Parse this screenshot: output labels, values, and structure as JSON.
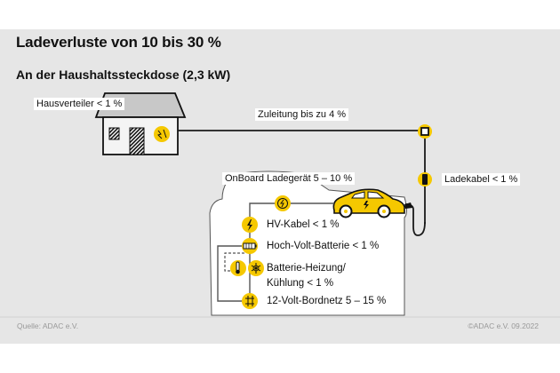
{
  "title": "Ladeverluste von 10 bis 30 %",
  "subtitle": "An der Haushaltssteckdose (2,3 kW)",
  "labels": {
    "hausverteiler": "Hausverteiler < 1 %",
    "zuleitung": "Zuleitung bis zu 4 %",
    "ladekabel": "Ladekabel < 1 %",
    "onboard": "OnBoard Ladegerät 5 – 10 %"
  },
  "car_items": [
    {
      "icon": "lightning-icon",
      "label": "HV-Kabel < 1 %"
    },
    {
      "icon": "battery-icon",
      "label": "Hoch-Volt-Batterie < 1 %"
    },
    {
      "icon": "thermometer-snowflake-icon",
      "label": "Batterie-Heizung/",
      "label2": "Kühlung < 1 %"
    },
    {
      "icon": "circuit-icon",
      "label": "12-Volt-Bordnetz 5 – 15 %"
    }
  ],
  "footer": {
    "source": "Quelle: ADAC e.V.",
    "copyright": "©ADAC e.V.  09.2022"
  },
  "colors": {
    "accent": "#f5c800",
    "background": "#e6e6e6",
    "line": "#1a1a1a"
  }
}
